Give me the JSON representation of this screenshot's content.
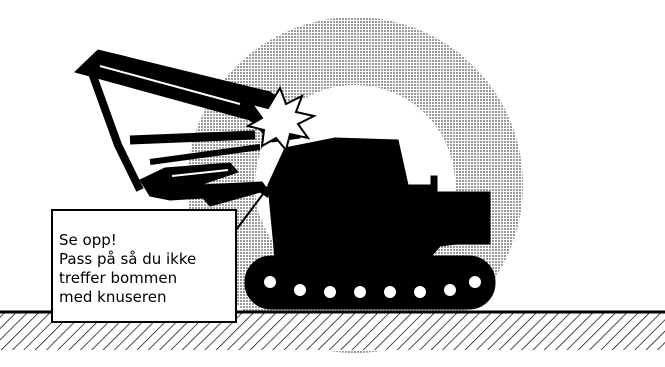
{
  "warning": {
    "lines": [
      "Se opp!",
      "Pass på så du ikke",
      "treffer bommen",
      "med knuseren"
    ]
  },
  "colors": {
    "silhouette": "#000000",
    "danger_zone": "#bdbdbd",
    "background": "#ffffff"
  },
  "icons": {
    "machine": "excavator-silhouette",
    "impact": "impact-burst-icon",
    "ground": "hatched-ground"
  }
}
